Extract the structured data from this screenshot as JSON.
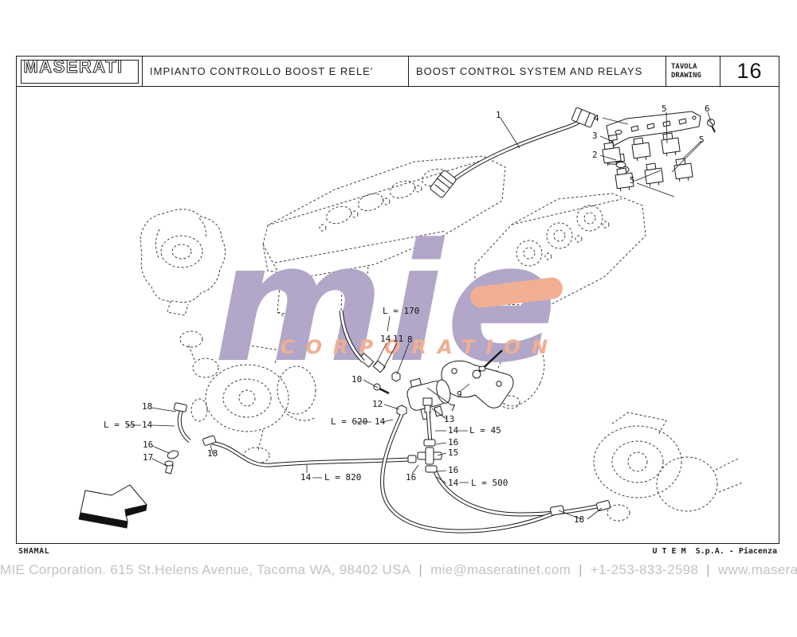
{
  "header": {
    "logo": "MASERATI",
    "title_it": "IMPIANTO CONTROLLO BOOST E RELE'",
    "title_en": "BOOST CONTROL SYSTEM AND RELAYS",
    "tavola_label": "TAVOLA",
    "drawing_label": "DRAWING",
    "drawing_number": "16"
  },
  "watermark": {
    "line1": "mie",
    "line2": "CORPORATION",
    "purple": "#b2a7c8",
    "orange": "#f2ae92"
  },
  "drawing": {
    "callouts": [
      "1",
      "4",
      "3",
      "2",
      "5",
      "6",
      "5",
      "5",
      "L = 170",
      "14",
      "11",
      "8",
      "10",
      "12",
      "9",
      "7",
      "13",
      "L = 620",
      "14",
      "14",
      "L = 45",
      "16",
      "15",
      "16",
      "16",
      "14",
      "L = 820",
      "14",
      "L = 500",
      "18",
      "L = 55",
      "14",
      "16",
      "17",
      "18",
      "18"
    ]
  },
  "footer": {
    "model": "SHAMAL",
    "publisher": "U T E M  S.p.A. - Piacenza",
    "address": "MIE Corporation. 615 St.Helens Avenue, Tacoma WA, 98402 USA",
    "email": "mie@maseratinet.com",
    "phone": "+1-253-833-2598",
    "website": "www.maseratinet.com",
    "separator": "|"
  }
}
